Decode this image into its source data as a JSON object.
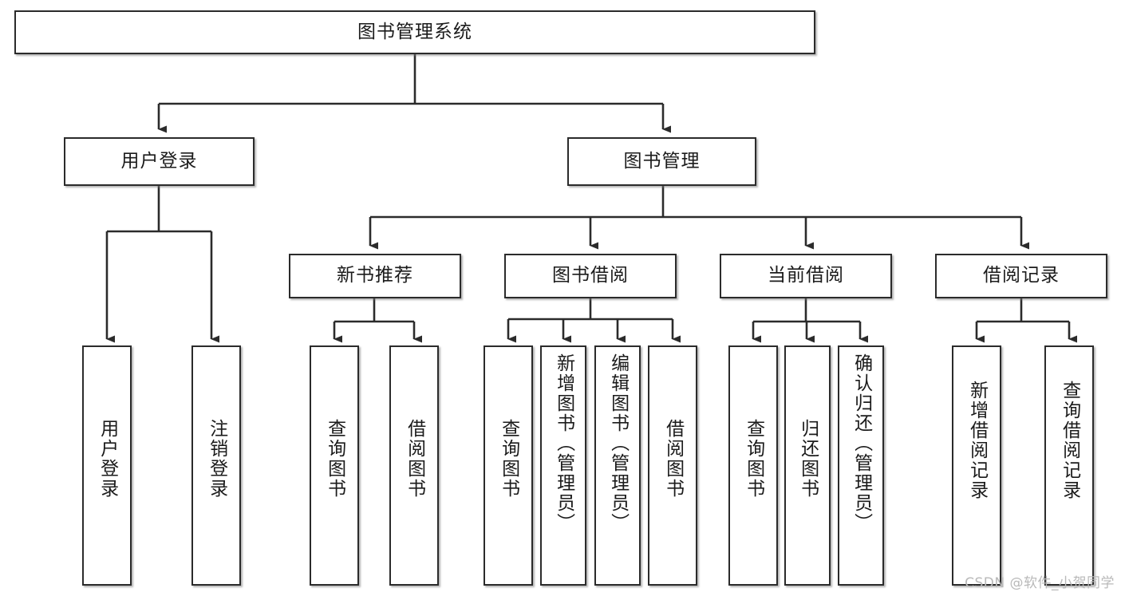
{
  "diagram": {
    "type": "tree-hierarchy",
    "title": "图书管理系统",
    "root": {
      "id": "root",
      "label": "图书管理系统"
    },
    "level2": [
      {
        "id": "user-login",
        "label": "用户登录"
      },
      {
        "id": "book-manage",
        "label": "图书管理"
      }
    ],
    "level3": [
      {
        "id": "new-book-recommend",
        "label": "新书推荐",
        "parent": "book-manage"
      },
      {
        "id": "book-borrow",
        "label": "图书借阅",
        "parent": "book-manage"
      },
      {
        "id": "current-borrow",
        "label": "当前借阅",
        "parent": "book-manage"
      },
      {
        "id": "borrow-record",
        "label": "借阅记录",
        "parent": "book-manage"
      }
    ],
    "leaves": {
      "user-login": [
        {
          "id": "leaf-user-login",
          "label": "用户登录"
        },
        {
          "id": "leaf-logout",
          "label": "注销登录"
        }
      ],
      "new-book-recommend": [
        {
          "id": "leaf-query-book-1",
          "label": "查询图书"
        },
        {
          "id": "leaf-borrow-book-1",
          "label": "借阅图书"
        }
      ],
      "book-borrow": [
        {
          "id": "leaf-query-book-2",
          "label": "查询图书"
        },
        {
          "id": "leaf-add-book",
          "label": "新增图书（管理员）"
        },
        {
          "id": "leaf-edit-book",
          "label": "编辑图书（管理员）"
        },
        {
          "id": "leaf-borrow-book-2",
          "label": "借阅图书"
        }
      ],
      "current-borrow": [
        {
          "id": "leaf-query-book-3",
          "label": "查询图书"
        },
        {
          "id": "leaf-return-book",
          "label": "归还图书"
        },
        {
          "id": "leaf-confirm-return",
          "label": "确认归还（管理员）"
        }
      ],
      "borrow-record": [
        {
          "id": "leaf-add-record",
          "label": "新增借阅记录"
        },
        {
          "id": "leaf-query-record",
          "label": "查询借阅记录"
        }
      ]
    }
  },
  "watermark": {
    "text": "CSDN @软件_小贺同学"
  },
  "colors": {
    "node_border": "#2b2b2b",
    "node_fill": "#ffffff",
    "edge": "#2b2b2b",
    "text": "#1b1b1b",
    "watermark": "#b9b9b9",
    "background": "#ffffff"
  }
}
